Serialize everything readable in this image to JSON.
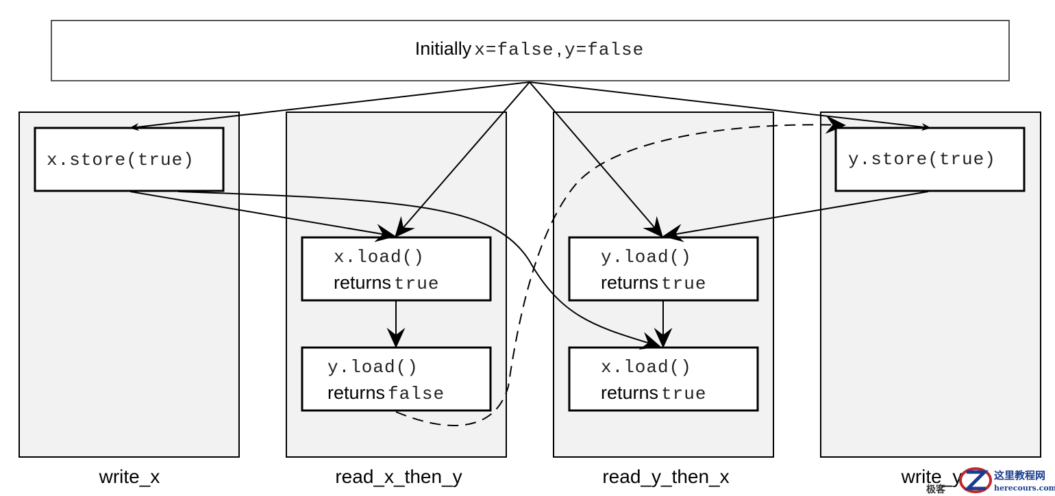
{
  "initial": {
    "prefix": "Initially",
    "x_code": "x=false",
    "comma": ",",
    "y_code": "y=false"
  },
  "threads": [
    {
      "label": "write_x"
    },
    {
      "label": "read_x_then_y"
    },
    {
      "label": "read_y_then_x"
    },
    {
      "label": "write_y"
    }
  ],
  "ops": {
    "x_store": "x.store(true)",
    "y_store": "y.store(true)",
    "rxy_x_load": {
      "call": "x.load()",
      "returns": "returns",
      "value": "true"
    },
    "rxy_y_load": {
      "call": "y.load()",
      "returns": "returns",
      "value": "false"
    },
    "ryx_y_load": {
      "call": "y.load()",
      "returns": "returns",
      "value": "true"
    },
    "ryx_x_load": {
      "call": "x.load()",
      "returns": "returns",
      "value": "true"
    }
  },
  "watermark": {
    "line1": "这里教程网",
    "line2": "herecours.com",
    "side": "极客"
  },
  "colors": {
    "lane_fill": "#f2f2f2",
    "stroke": "#000000",
    "watermark_red": "#c0272d",
    "watermark_blue": "#1a3c8f"
  }
}
